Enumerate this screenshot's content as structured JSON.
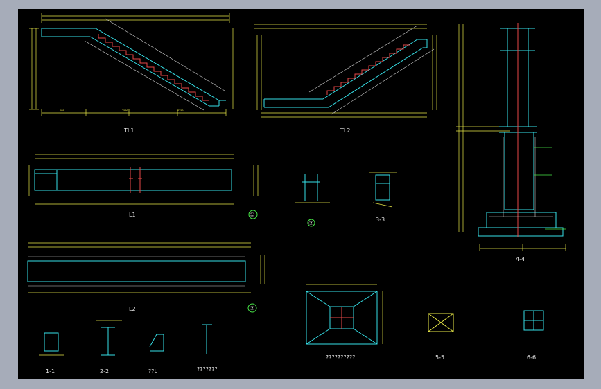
{
  "drawing": {
    "labels": {
      "tl1": "TL1",
      "tl2": "TL2",
      "l1": "L1",
      "l2": "L2",
      "s11": "1-1",
      "s22": "2-2",
      "s33": "3-3",
      "s44": "4-4",
      "s55": "5-5",
      "s66": "6-6",
      "tl_small": "??L",
      "detail_a": "???????",
      "detail_b": "??????????",
      "circle_right": "②",
      "circle_left": "①",
      "circle_l2": "②"
    }
  }
}
